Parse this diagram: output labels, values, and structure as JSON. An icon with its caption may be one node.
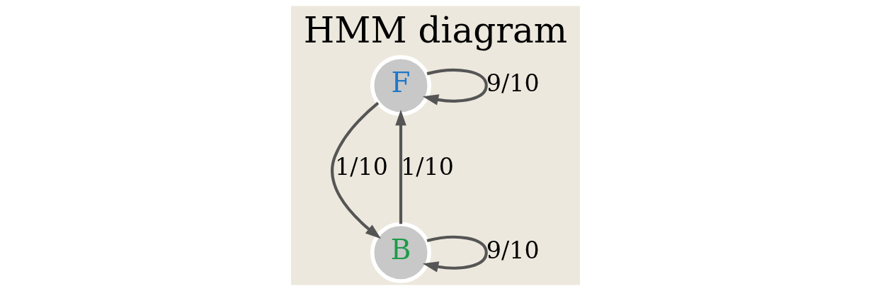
{
  "diagram": {
    "title": "HMM diagram",
    "nodes": [
      {
        "text": [
          "F"
        ]
      },
      {
        "text": [
          "B"
        ]
      }
    ],
    "edges": [
      {
        "from": 0,
        "to": 1,
        "arrow": "to",
        "label": "1/10"
      },
      {
        "from": 0,
        "to": 0,
        "arrow": "to",
        "label": "9/10"
      },
      {
        "from": 1,
        "to": 1,
        "arrow": "to",
        "label": "9/10"
      },
      {
        "from": 1,
        "to": 0,
        "arrow": "to",
        "label": "1/10"
      }
    ]
  }
}
